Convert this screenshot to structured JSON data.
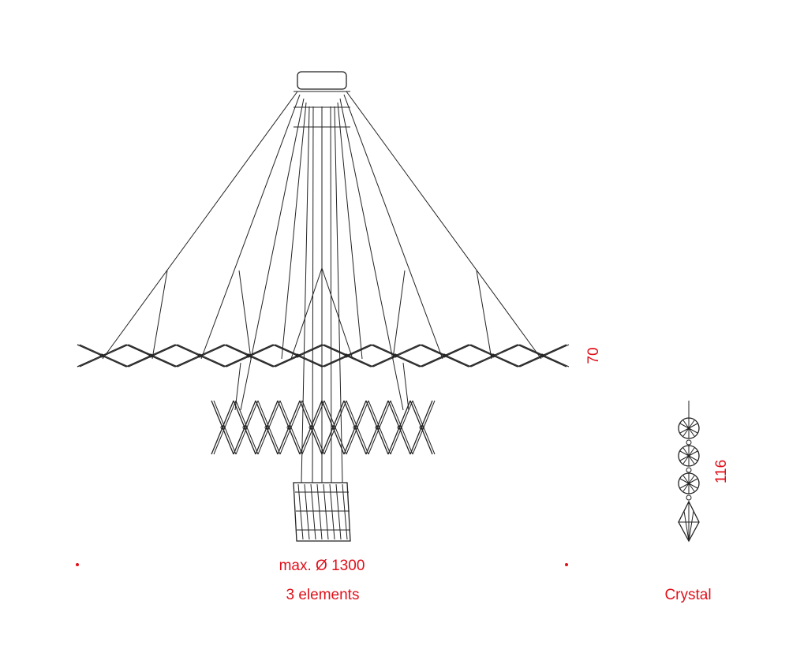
{
  "colors": {
    "lines": "#222222",
    "dimensions": "#e0101a",
    "background": "#ffffff"
  },
  "labels": {
    "diameter": "max. Ø 1300",
    "elements": "3 elements",
    "height_main": "70",
    "crystal_title": "Crystal",
    "crystal_height": "116"
  }
}
